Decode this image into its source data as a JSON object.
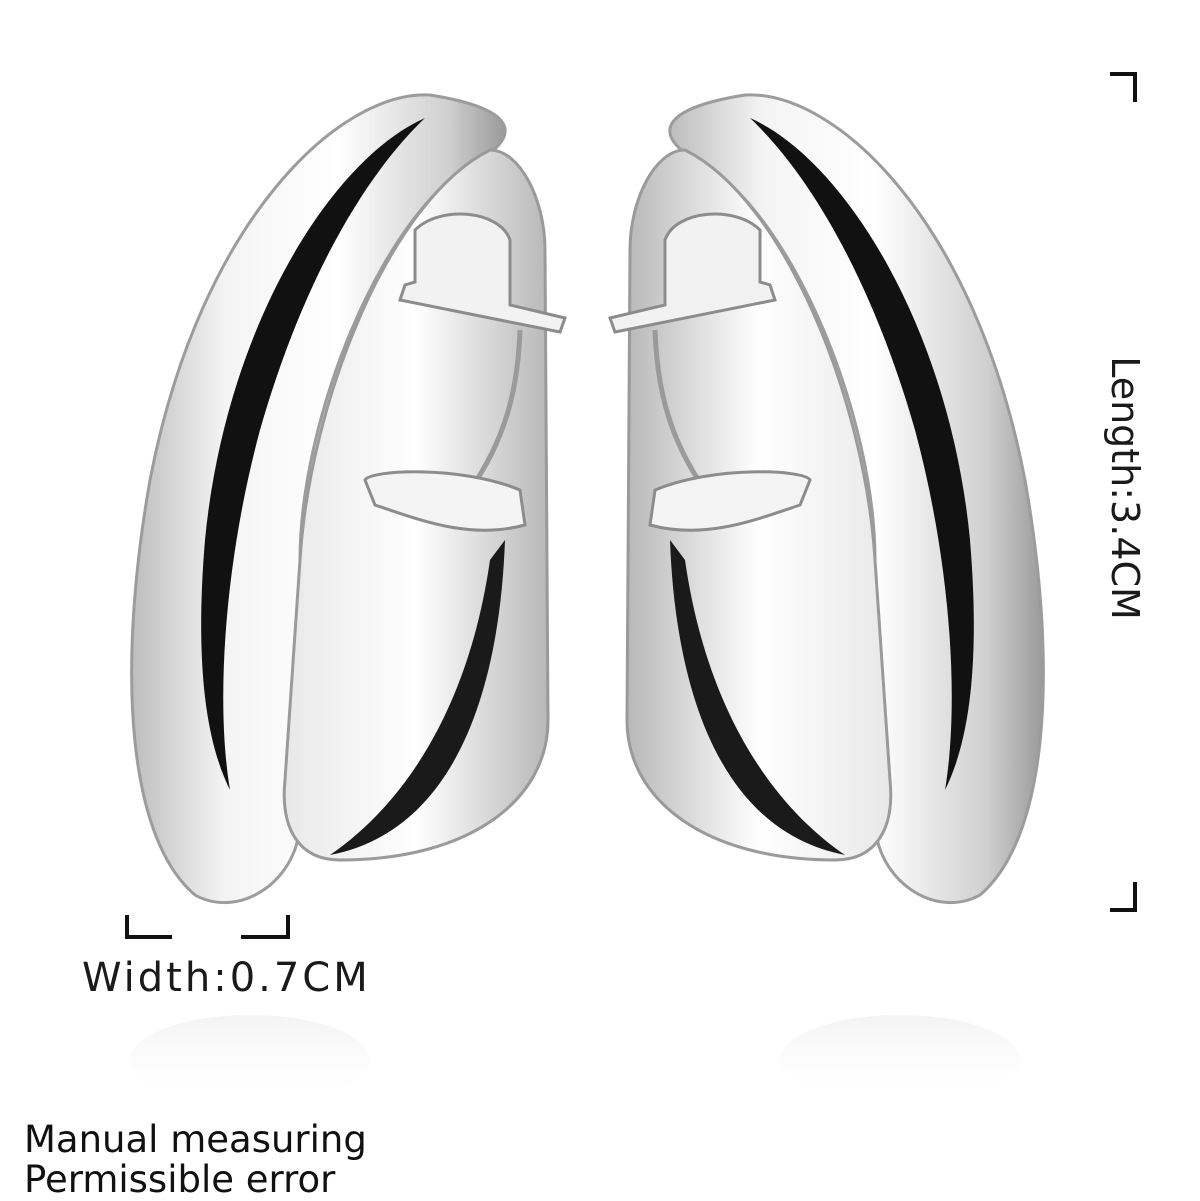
{
  "product": {
    "width_label": "Width:0.7CM",
    "length_label": "Length:3.4CM",
    "disclaimer": {
      "line1": "Manual measuring",
      "line2": "Permissible error"
    }
  },
  "colors": {
    "background": "#ffffff",
    "silver_light": "#fafafa",
    "silver_mid": "#d6d6d6",
    "silver_dark": "#8a8a8a",
    "inner_shadow": "#111111",
    "text": "#1a1a1a"
  }
}
